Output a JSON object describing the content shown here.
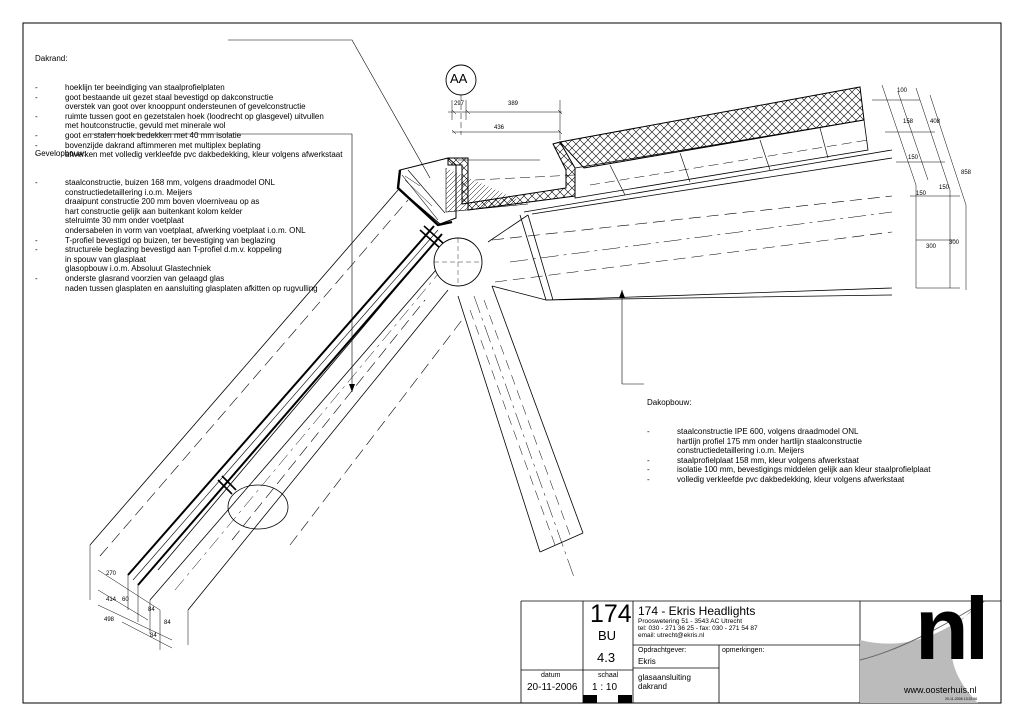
{
  "drawing": {
    "section_marker": "AA",
    "dimensions_top": [
      "297",
      "389",
      "436"
    ],
    "dimensions_right": [
      "100",
      "158",
      "408",
      "150",
      "858",
      "150",
      "150",
      "300",
      "300"
    ],
    "dimensions_bottom": [
      "270",
      "414",
      "60",
      "84",
      "498",
      "84",
      "84"
    ]
  },
  "notes": {
    "dakrand": {
      "heading": "Dakrand:",
      "items": [
        "-\thoeklijn ter beeindiging van staalprofielplaten",
        "-\tgoot bestaande uit gezet staal bevestigd op dakconstructie",
        " \toverstek van goot over knooppunt ondersteunen of gevelconstructie",
        "-\truimte tussen goot en gezetstalen hoek (loodrecht op glasgevel) uitvullen",
        " \tmet houtconstructie, gevuld met minerale wol",
        "-\tgoot en stalen hoek bedekken met 40 mm isolatie",
        "-\tbovenzijde dakrand aftimmeren met multiplex beplating",
        "-\tafwerken met volledig verkleefde pvc dakbedekking, kleur volgens afwerkstaat"
      ]
    },
    "gevelopbouw": {
      "heading": "Gevelopbouw:",
      "items": [
        "-\tstaalconstructie, buizen 168 mm, volgens draadmodel ONL",
        " \tconstructiedetaillering i.o.m. Meijers",
        " \tdraaipunt constructie 200 mm boven vloerniveau op as",
        " \thart constructie gelijk aan buitenkant kolom kelder",
        " \tstelruimte 30 mm onder voetplaat",
        " \tondersabelen in vorm van voetplaat, afwerking voetplaat i.o.m. ONL",
        "-\tT-profiel bevestigd op buizen, ter bevestiging van beglazing",
        "-\tstructurele beglazing bevestigd aan T-profiel d.m.v. koppeling",
        " \tin spouw van glasplaat",
        " \tglasopbouw i.o.m. Absoluut Glastechniek",
        "-\tonderste glasrand voorzien van gelaagd glas",
        " \tnaden tussen glasplaten en aansluiting glasplaten afkitten op rugvulling"
      ]
    },
    "dakopbouw": {
      "heading": "Dakopbouw:",
      "items": [
        "-\tstaalconstructie IPE 600, volgens draadmodel ONL",
        " \thartlijn profiel 175 mm onder hartlijn staalconstructie",
        " \tconstructiedetaillering i.o.m. Meijers",
        "-\tstaalprofielplaat 158 mm, kleur volgens afwerkstaat",
        "-\tisolatie 100 mm, bevestigings middelen gelijk aan kleur staalprofielplaat",
        "-\tvolledig verkleefde pvc dakbedekking, kleur volgens afwerkstaat"
      ]
    }
  },
  "title_block": {
    "project_number": "174",
    "code": "BU",
    "sheet": "4.3",
    "project_title": "174 - Ekris Headlights",
    "address": "Prooswetering 51 - 3543 AC Utrecht",
    "phone": "tel: 030 - 271 36 25 - fax: 030 - 271 54 87",
    "email": "email: utrecht@ekris.nl",
    "client_label": "Opdrachtgever:",
    "client": "Ekris",
    "remarks_label": "opmerkingen:",
    "date_label": "datum",
    "date": "20-11-2006",
    "scale_label": "schaal",
    "scale": "1 : 10",
    "drawing_title_1": "glasaansluiting",
    "drawing_title_2": "dakrand",
    "logo_text": "nl",
    "website": "www.oosterhuis.nl",
    "stamp": "20-11-2006 13:22:56"
  }
}
